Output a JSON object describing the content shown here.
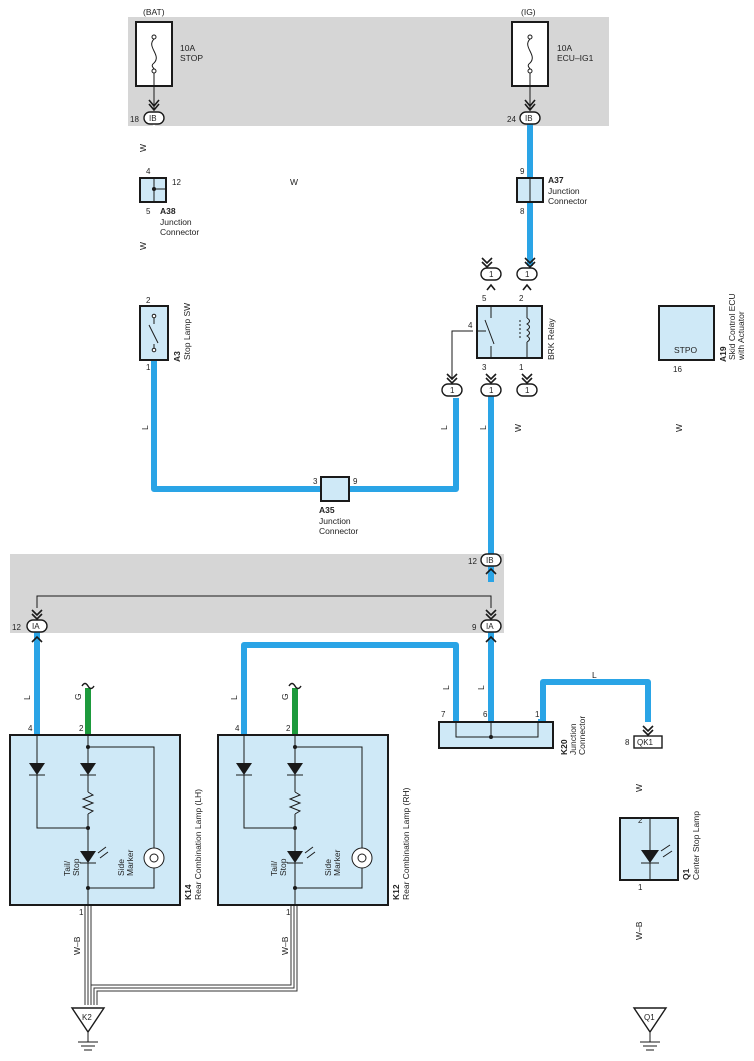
{
  "colors": {
    "blue_wire": "#2aa4e6",
    "green_wire": "#1d9a3c",
    "gray_panel": "#d6d6d6",
    "component_fill": "#cfe9f7"
  },
  "fuses": {
    "bat_label": "(BAT)",
    "ig_label": "(IG)",
    "stop_amp": "10A",
    "stop_name": "STOP",
    "ecu_amp": "10A",
    "ecu_name": "ECU–IG1"
  },
  "connectors": {
    "ib": "IB",
    "ia": "IA",
    "inline_1": "1",
    "qk1": "QK1",
    "k2_ground": "K2",
    "q1_ground": "Q1"
  },
  "components": {
    "a38_id": "A38",
    "a38_name_1": "Junction",
    "a38_name_2": "Connector",
    "a37_id": "A37",
    "a37_name_1": "Junction",
    "a37_name_2": "Connector",
    "a35_id": "A35",
    "a35_name_1": "Junction",
    "a35_name_2": "Connector",
    "a3_id": "A3",
    "a3_name": "Stop Lamp SW",
    "brk_name": "BRK Relay",
    "a19_id": "A19",
    "a19_name_1": "Skid Control ECU",
    "a19_name_2": "with Actuator",
    "a19_terminal": "STPO",
    "k20_id": "K20",
    "k20_name_1": "Junction",
    "k20_name_2": "Connector",
    "k14_id": "K14",
    "k14_name": "Rear Combination Lamp (LH)",
    "k12_id": "K12",
    "k12_name": "Rear Combination Lamp (RH)",
    "q1_id": "Q1",
    "q1_name": "Center Stop Lamp",
    "tail_1": "Tail/",
    "tail_2": "Stop",
    "side_1": "Side",
    "side_2": "Marker"
  },
  "wire_colors": {
    "w": "W",
    "l": "L",
    "g": "G",
    "wb": "W–B"
  },
  "pins": {
    "p18": "18",
    "p24": "24",
    "p4": "4",
    "p12": "12",
    "p5": "5",
    "p9": "9",
    "p8": "8",
    "p2": "2",
    "p1": "1",
    "p3": "3",
    "p16": "16",
    "p7": "7",
    "p6": "6"
  }
}
